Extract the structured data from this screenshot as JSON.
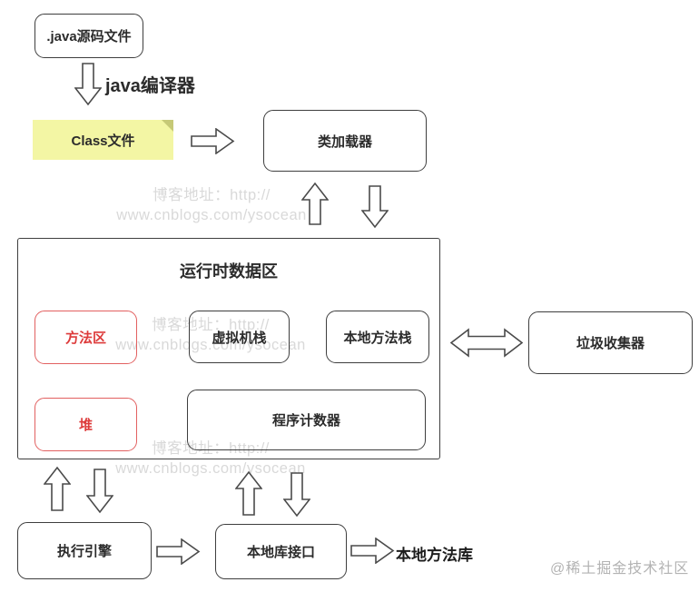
{
  "nodes": {
    "source_file": ".java源码文件",
    "compiler_label": "java编译器",
    "class_file": "Class文件",
    "class_loader": "类加载器",
    "runtime_area_title": "运行时数据区",
    "method_area": "方法区",
    "vm_stack": "虚拟机栈",
    "native_method_stack": "本地方法栈",
    "heap": "堆",
    "program_counter": "程序计数器",
    "garbage_collector": "垃圾收集器",
    "execution_engine": "执行引擎",
    "native_interface": "本地库接口",
    "native_method_library": "本地方法库"
  },
  "watermarks": {
    "blog_line1": "博客地址：http://",
    "blog_line2": "www.cnblogs.com/ysocean",
    "community": "@稀土掘金技术社区"
  },
  "colors": {
    "highlight_red": "#dd3b3b",
    "red_border": "#e26060",
    "note_yellow": "#f3f6a4",
    "note_fold": "#c6c977",
    "border_dark": "#3e3e3e",
    "watermark_gray": "#d9d9d9",
    "community_gray": "#b3b3b3"
  }
}
